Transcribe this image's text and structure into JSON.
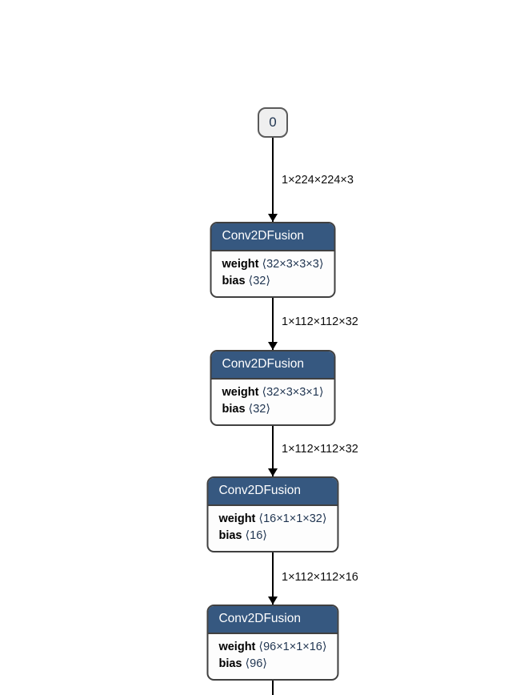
{
  "graph": {
    "input_node": {
      "label": "0"
    },
    "edges": [
      {
        "label": "1×224×224×3"
      },
      {
        "label": "1×112×112×32"
      },
      {
        "label": "1×112×112×32"
      },
      {
        "label": "1×112×112×16"
      }
    ],
    "nodes": [
      {
        "title": "Conv2DFusion",
        "attrs": [
          {
            "name": "weight",
            "value": "⟨32×3×3×3⟩"
          },
          {
            "name": "bias",
            "value": "⟨32⟩"
          }
        ]
      },
      {
        "title": "Conv2DFusion",
        "attrs": [
          {
            "name": "weight",
            "value": "⟨32×3×3×1⟩"
          },
          {
            "name": "bias",
            "value": "⟨32⟩"
          }
        ]
      },
      {
        "title": "Conv2DFusion",
        "attrs": [
          {
            "name": "weight",
            "value": "⟨16×1×1×32⟩"
          },
          {
            "name": "bias",
            "value": "⟨16⟩"
          }
        ]
      },
      {
        "title": "Conv2DFusion",
        "attrs": [
          {
            "name": "weight",
            "value": "⟨96×1×1×16⟩"
          },
          {
            "name": "bias",
            "value": "⟨96⟩"
          }
        ]
      }
    ]
  },
  "colors": {
    "node_header_bg": "#365880",
    "node_border": "#404040",
    "node_body_bg": "#fdfdfd",
    "input_node_bg": "#efefef",
    "edge_color": "#000000",
    "attr_value_text": "#1f3450"
  }
}
